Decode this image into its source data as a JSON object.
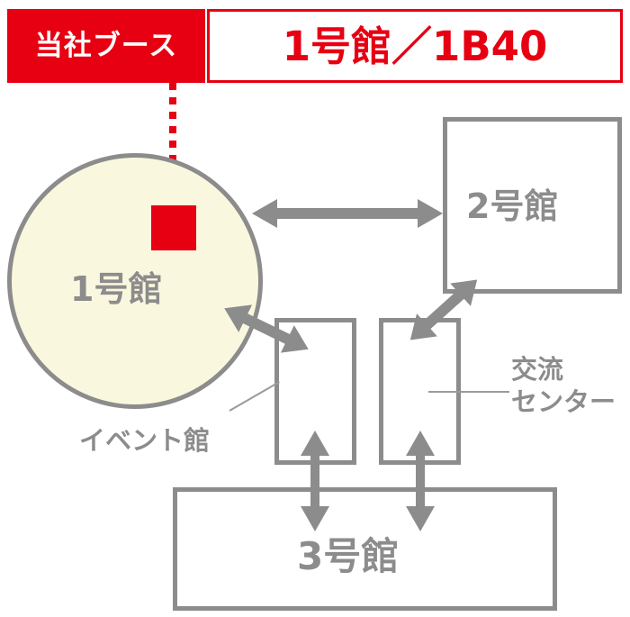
{
  "header": {
    "booth_badge": "当社ブース",
    "booth_location": "1号館／1B40",
    "badge_bg_color": "#E60012",
    "location_text_color": "#E60012"
  },
  "map": {
    "booth_marker_color": "#E60012",
    "building_outline_color": "#8C8C8C",
    "hall1_fill_color": "#FAF7DF",
    "buildings": [
      {
        "id": "hall-1",
        "label": "1号館",
        "shape": "circle"
      },
      {
        "id": "hall-2",
        "label": "2号館",
        "shape": "rect"
      },
      {
        "id": "hall-3",
        "label": "3号館",
        "shape": "rect"
      },
      {
        "id": "event-hall",
        "label": "イベント館",
        "shape": "rect"
      },
      {
        "id": "exchange-center",
        "label_line1": "交流",
        "label_line2": "センター",
        "shape": "rect"
      }
    ],
    "connections": [
      {
        "from": "hall-1",
        "to": "hall-2",
        "type": "double-arrow",
        "direction": "horizontal"
      },
      {
        "from": "hall-1",
        "to": "event-hall",
        "type": "double-arrow",
        "direction": "diagonal"
      },
      {
        "from": "exchange-center",
        "to": "hall-2",
        "type": "double-arrow",
        "direction": "diagonal"
      },
      {
        "from": "event-hall",
        "to": "hall-3",
        "type": "double-arrow",
        "direction": "vertical"
      },
      {
        "from": "exchange-center",
        "to": "hall-3",
        "type": "double-arrow",
        "direction": "vertical"
      }
    ]
  }
}
